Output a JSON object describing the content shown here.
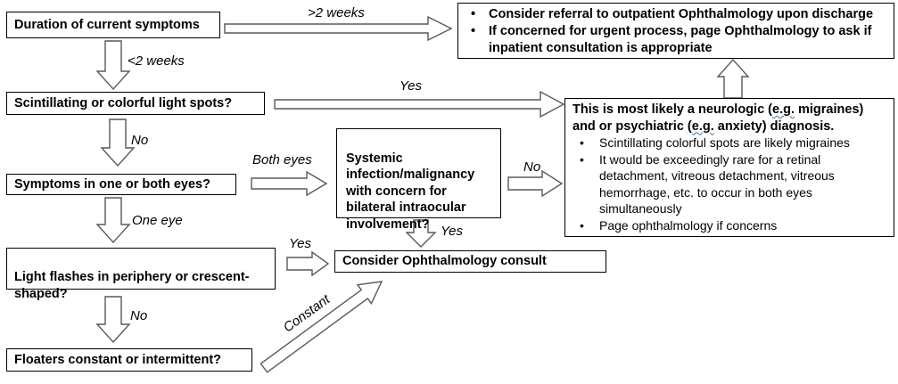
{
  "boxes": {
    "duration": {
      "label": "Duration of current symptoms"
    },
    "referral": {
      "bullets": [
        "Consider referral to outpatient Ophthalmology upon discharge",
        "If concerned for urgent process, page Ophthalmology to ask if inpatient consultation is appropriate"
      ]
    },
    "scintillating": {
      "label": "Scintillating or colorful light spots?"
    },
    "symptoms": {
      "label": "Symptoms in one or both eyes?"
    },
    "systemic": {
      "label": "Systemic\ninfection/malignancy\nwith concern for\nbilateral intraocular\ninvolvement?"
    },
    "neurologic": {
      "title_segments": {
        "part1": "This is most likely a neurologic (",
        "eg1": "e.g.",
        "part2": " migraines) and or psychiatric (",
        "eg2": "e.g.",
        "part3": " anxiety) diagnosis."
      },
      "bullets": [
        "Scintillating colorful spots are likely migraines",
        "It would be exceedingly rare for a retinal detachment, vitreous detachment, vitreous hemorrhage, etc. to occur in both eyes simultaneously",
        "Page ophthalmology if concerns"
      ]
    },
    "light_flashes": {
      "label": "Light flashes in periphery or crescent-\nshaped?"
    },
    "consult": {
      "label": "Consider Ophthalmology consult"
    },
    "floaters": {
      "label": "Floaters constant or intermittent?"
    }
  },
  "edge_labels": {
    "gt2weeks": ">2 weeks",
    "lt2weeks": "<2 weeks",
    "yes_scint": "Yes",
    "no_scint": "No",
    "both_eyes": "Both eyes",
    "one_eye": "One eye",
    "no_systemic": "No",
    "yes_systemic": "Yes",
    "yes_flashes": "Yes",
    "no_flashes": "No",
    "constant": "Constant"
  },
  "colors": {
    "background": "#ffffff",
    "box_border": "#000000",
    "arrow_outline": "#595959",
    "text": "#000000",
    "spellcheck_underline": "#2e74b5"
  }
}
